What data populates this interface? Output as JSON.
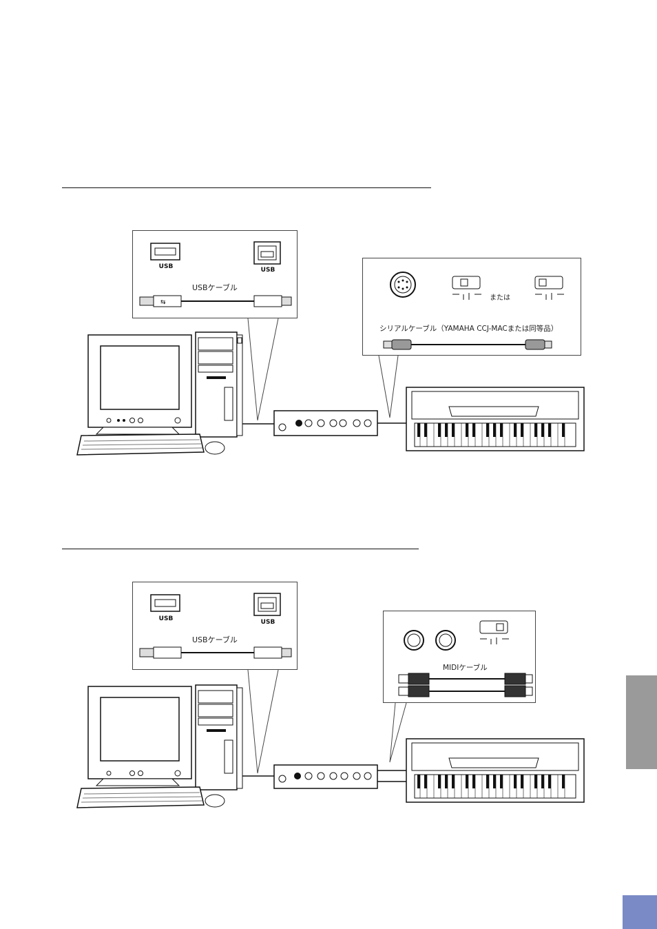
{
  "diagram_top": {
    "usb_callout": {
      "port_a_label": "USB",
      "port_b_label": "USB",
      "cable_label": "USBケーブル"
    },
    "serial_callout": {
      "or_label": "または",
      "cable_label": "シリアルケーブル（YAMAHA CCJ-MACまたは同等品）"
    }
  },
  "diagram_bottom": {
    "usb_callout": {
      "port_a_label": "USB",
      "port_b_label": "USB",
      "cable_label": "USBケーブル"
    },
    "midi_callout": {
      "cable_label": "MIDIケーブル"
    }
  },
  "colors": {
    "side_tab": "#9a9a9a",
    "page_box": "#7a8ac6",
    "line": "#111111"
  }
}
